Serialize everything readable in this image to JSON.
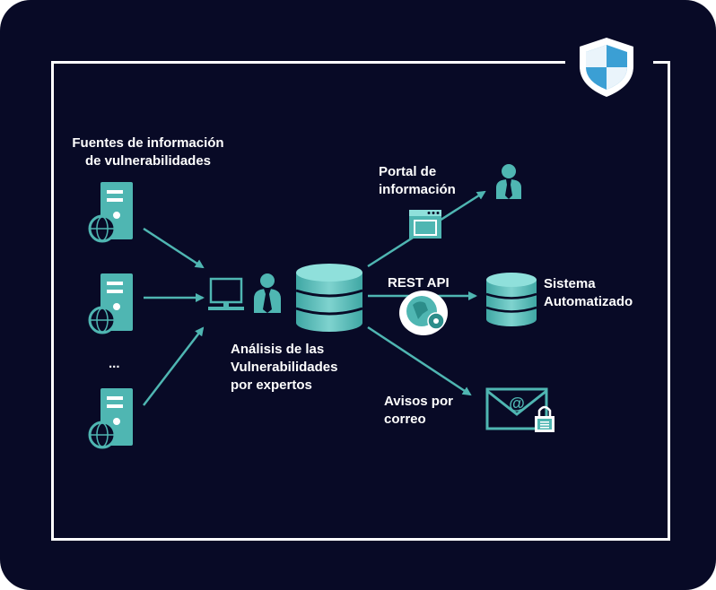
{
  "labels": {
    "sources_line1": "Fuentes de información",
    "sources_line2": "de vulnerabilidades",
    "ellipsis": "...",
    "analysis_line1": "Análisis de las",
    "analysis_line2": "Vulnerabilidades",
    "analysis_line3": "por expertos",
    "portal_line1": "Portal de",
    "portal_line2": "información",
    "rest_api": "REST API",
    "system_line1": "Sistema",
    "system_line2": "Automatizado",
    "mail_line1": "Avisos por",
    "mail_line2": "correo"
  },
  "icons": {
    "shield": "shield-icon",
    "source_server": "server-globe-icon",
    "monitor": "monitor-icon",
    "expert": "person-icon",
    "central_db": "database-icon",
    "portal": "browser-window-icon",
    "user": "person-icon",
    "api": "globe-gear-icon",
    "system_db": "database-icon",
    "mail": "envelope-lock-icon"
  },
  "colors": {
    "background": "#080a26",
    "frame": "#ffffff",
    "accent": "#4fb6b2",
    "text": "#ffffff"
  }
}
